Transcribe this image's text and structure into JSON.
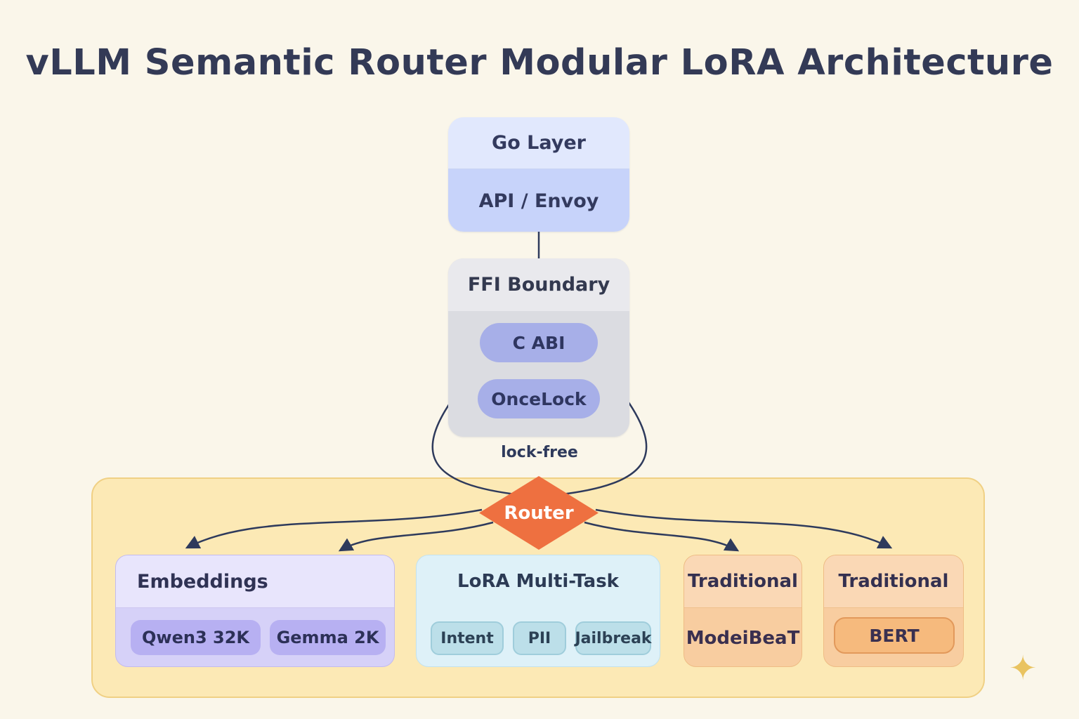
{
  "title": "vLLM Semantic Router Modular LoRA Architecture",
  "go_layer": {
    "title": "Go Layer",
    "subtitle": "API / Envoy"
  },
  "ffi": {
    "title": "FFI Boundary",
    "pills": [
      "C ABI",
      "OnceLock"
    ]
  },
  "lock_free_label": "lock-free",
  "router": {
    "label": "Router"
  },
  "groups": {
    "embeddings": {
      "title": "Embeddings",
      "pills": [
        "Qwen3 32K",
        "Gemma 2K"
      ]
    },
    "lora": {
      "title": "LoRA Multi-Task",
      "pills": [
        "Intent",
        "PII",
        "Jailbreak"
      ]
    },
    "traditional1": {
      "title": "Traditional",
      "model": "ModeiBeaT"
    },
    "traditional2": {
      "title": "Traditional",
      "model": "BERT"
    }
  },
  "icons": {
    "sparkle": "✦"
  },
  "colors": {
    "background": "#faf6ea",
    "router_orange": "#ee7040",
    "runtime_yellow": "#fce9b5",
    "arrow_navy": "#2e3a5c",
    "blue_box": "#c7d3fa",
    "gray_box": "#dbdce1",
    "purple_pill": "#a7afe8"
  }
}
